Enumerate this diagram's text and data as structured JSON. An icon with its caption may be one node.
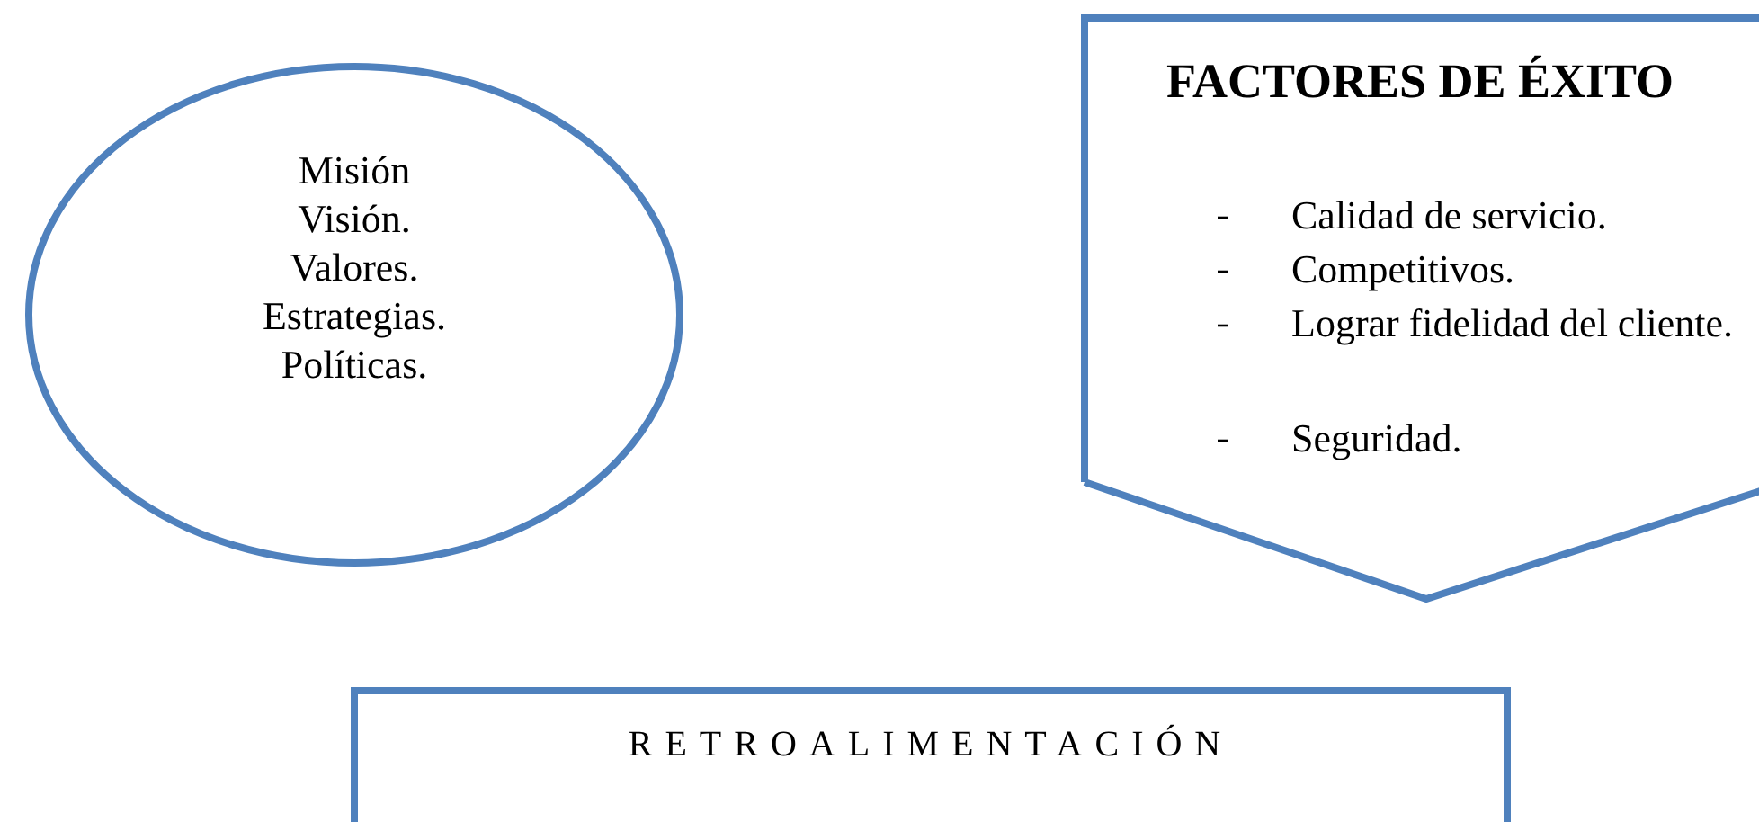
{
  "diagram": {
    "nodes": [
      {
        "text": [
          "Misión",
          "Visión.",
          "Valores.",
          "Estrategias.",
          "Políticas."
        ]
      },
      {
        "text": [
          "FACTORES DE ÉXITO",
          "Calidad de servicio.",
          "Competitivos.",
          "Lograr fidelidad del cliente.",
          "Seguridad."
        ]
      },
      {
        "text": [
          "RETROALIMENTACIÓN"
        ]
      }
    ]
  }
}
